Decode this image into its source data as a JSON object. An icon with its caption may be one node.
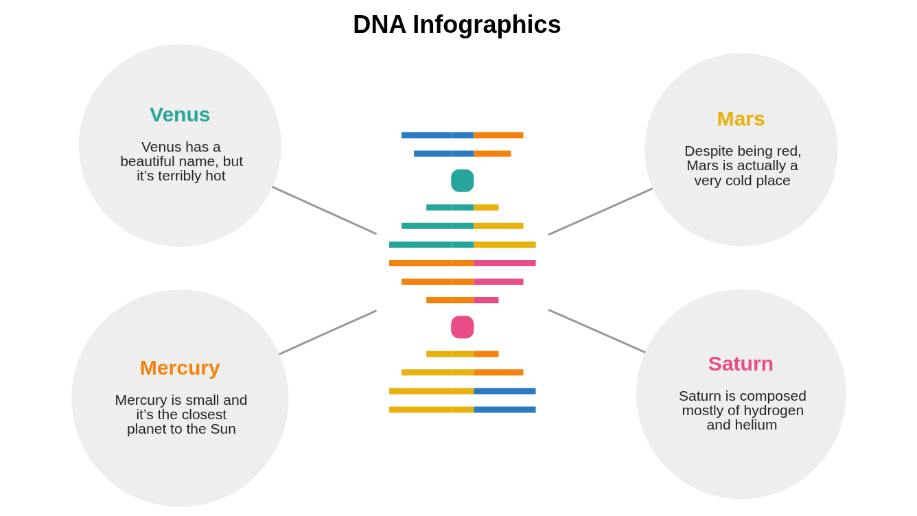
{
  "diagram": {
    "title": "DNA Infographics",
    "nodes": [
      {
        "text": [
          "Venus",
          "Venus has a beautiful name, but it’s terribly hot"
        ]
      },
      {
        "text": [
          "Mars",
          "Despite being red, Mars is actually a very cold place"
        ]
      },
      {
        "text": [
          "Mercury",
          "Mercury is small and it’s the closest planet to the Sun"
        ]
      },
      {
        "text": [
          "Saturn",
          "Saturn is composed mostly of hydrogen and helium"
        ]
      },
      {
        "text": [],
        "shape": "picture"
      }
    ],
    "edges": [
      {
        "from": 0,
        "to": 4,
        "arrow": "none"
      },
      {
        "from": 4,
        "to": 1,
        "arrow": "none"
      },
      {
        "from": 2,
        "to": 4,
        "arrow": "none"
      },
      {
        "from": 4,
        "to": 3,
        "arrow": "none"
      }
    ]
  }
}
